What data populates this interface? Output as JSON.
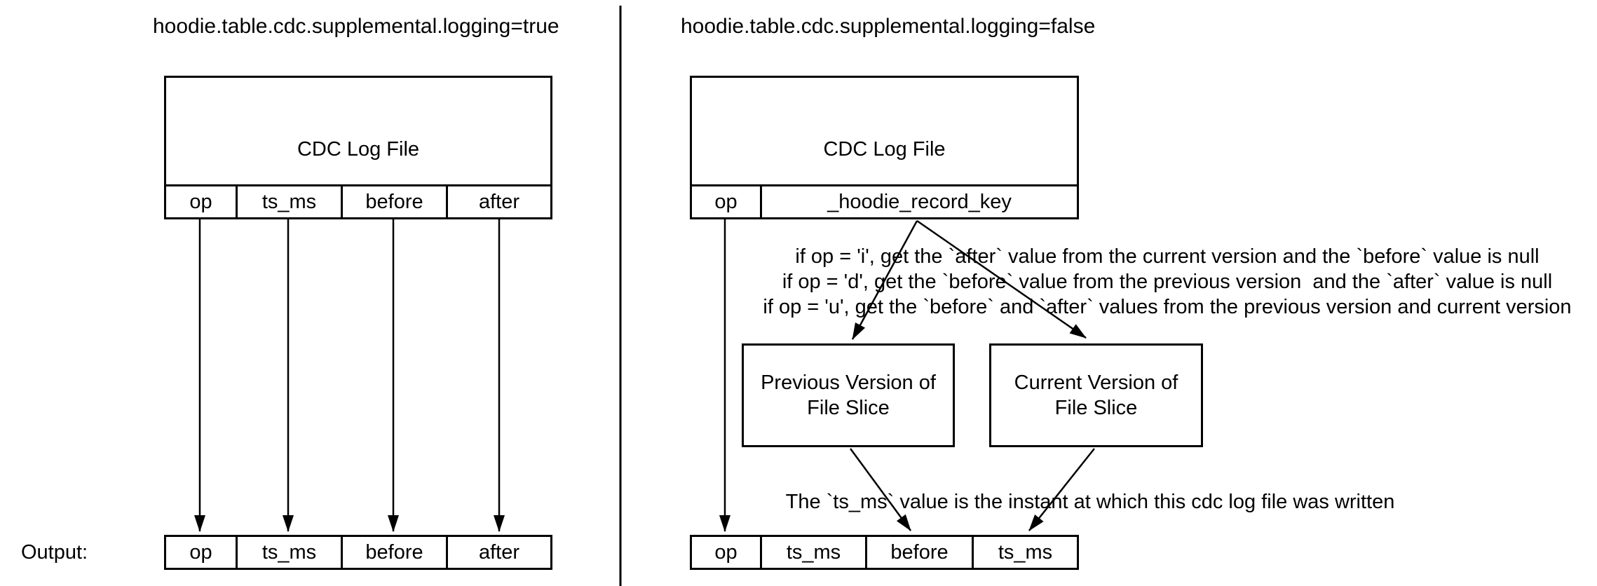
{
  "left_panel": {
    "title": "hoodie.table.cdc.supplemental.logging=true",
    "cdc_box": {
      "label": "CDC Log File",
      "columns": [
        "op",
        "ts_ms",
        "before",
        "after"
      ]
    },
    "output_label": "Output:",
    "output_row": [
      "op",
      "ts_ms",
      "before",
      "after"
    ]
  },
  "right_panel": {
    "title": "hoodie.table.cdc.supplemental.logging=false",
    "cdc_box": {
      "label": "CDC Log File",
      "columns": [
        "op",
        "_hoodie_record_key"
      ]
    },
    "rules": [
      "if op = 'i', get the `after` value from the current version and the `before` value is null",
      "if op = 'd', get the `before` value from the previous version  and the `after` value is null",
      "if op = 'u', get the `before` and `after` values from the previous version and current version"
    ],
    "previous_box": {
      "line1": "Previous Version of",
      "line2": "File Slice"
    },
    "current_box": {
      "line1": "Current Version of",
      "line2": "File Slice"
    },
    "ts_note": "The `ts_ms` value is the instant at which this cdc log file was written",
    "output_row": [
      "op",
      "ts_ms",
      "before",
      "ts_ms"
    ]
  },
  "colors": {
    "stroke": "#000000",
    "text": "#000000",
    "background": "#ffffff"
  }
}
